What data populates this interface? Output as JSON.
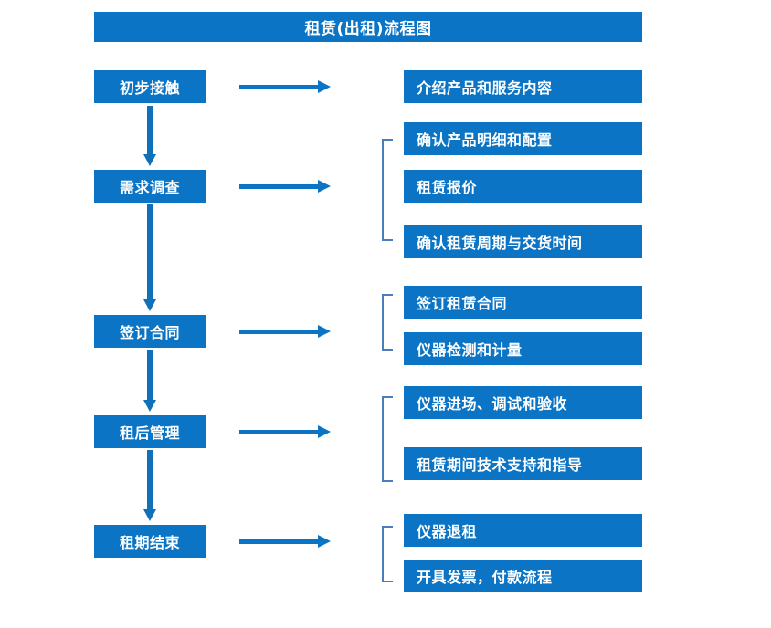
{
  "diagram": {
    "title": "租赁(出租)流程图",
    "accent_color": "#0b74c4",
    "bracket_color": "#4a7ebb",
    "text_color": "#ffffff",
    "background_color": "#ffffff"
  },
  "stages": [
    {
      "label": "初步接触"
    },
    {
      "label": "需求调查"
    },
    {
      "label": "签订合同"
    },
    {
      "label": "租后管理"
    },
    {
      "label": "租期结束"
    }
  ],
  "details": [
    {
      "label": "介绍产品和服务内容"
    },
    {
      "label": "确认产品明细和配置"
    },
    {
      "label": "租赁报价"
    },
    {
      "label": "确认租赁周期与交货时间"
    },
    {
      "label": "签订租赁合同"
    },
    {
      "label": "仪器检测和计量"
    },
    {
      "label": "仪器进场、调试和验收"
    },
    {
      "label": "租赁期间技术支持和指导"
    },
    {
      "label": "仪器退租"
    },
    {
      "label": "开具发票，付款流程"
    }
  ],
  "connectors": {
    "horizontal_arrow_count": 5,
    "vertical_arrow_count": 4,
    "bracket_count": 4
  }
}
